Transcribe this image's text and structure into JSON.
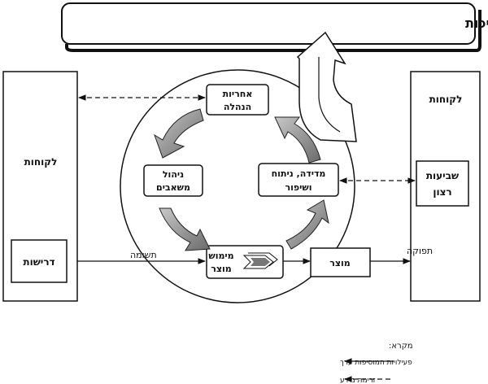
{
  "title": "שיפור מתמיד של מערכת ניהול האיכות",
  "left_panel": {
    "label": "לקוחות",
    "inner_box": "דרישות"
  },
  "right_panel": {
    "label": "לקוחות",
    "inner_box": [
      "שביעות",
      "רצון"
    ]
  },
  "circle_nodes": {
    "management": [
      "אחריות",
      "הנהלה"
    ],
    "resources": [
      "ניהול",
      "משאבים"
    ],
    "measurement": [
      "מדידה, ניתוח",
      "ושיפור"
    ],
    "realization": [
      "מימוש",
      "מוצר"
    ]
  },
  "product_box": "מוצר",
  "labels": {
    "input": "תשומה",
    "output": "תפוקה"
  },
  "legend": {
    "title": "מקרא:",
    "value_adding": "פעילויות המוסיפות ערך",
    "info_flow": "זרימת מידע"
  }
}
